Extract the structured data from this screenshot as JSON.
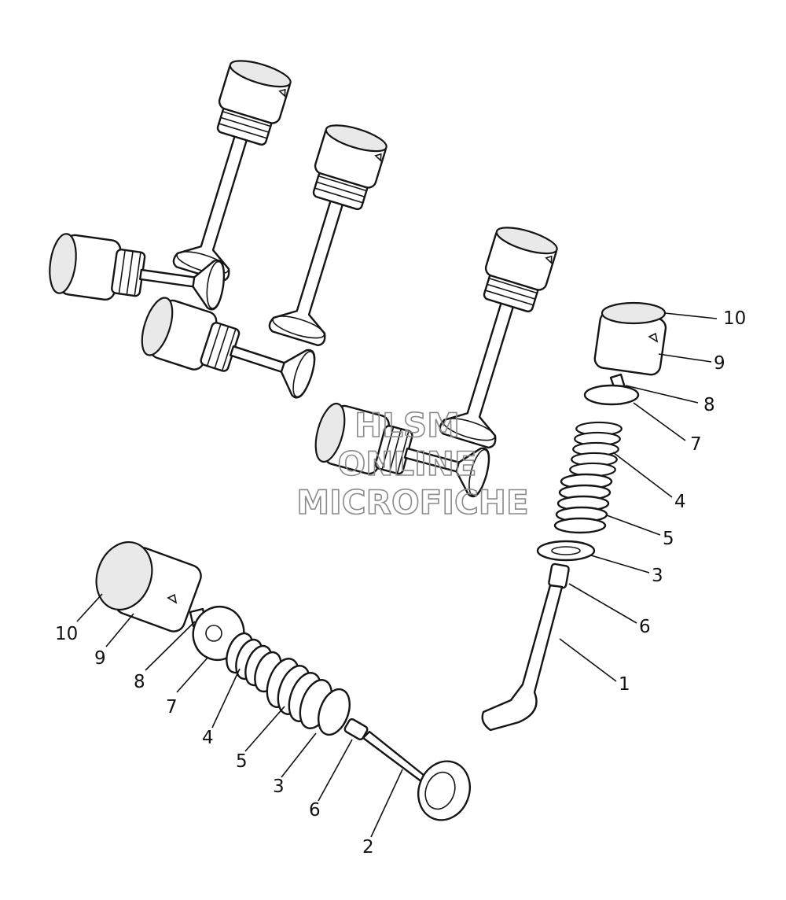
{
  "diagram": {
    "callouts_right": [
      "10",
      "9",
      "8",
      "7",
      "4",
      "5",
      "3",
      "6",
      "1"
    ],
    "callouts_left": [
      "10",
      "9",
      "8",
      "7",
      "4",
      "5",
      "3",
      "6",
      "2"
    ]
  },
  "watermark": {
    "line1": "HLSM",
    "line2": "ONLINE",
    "line3": "MICROFICHE"
  }
}
